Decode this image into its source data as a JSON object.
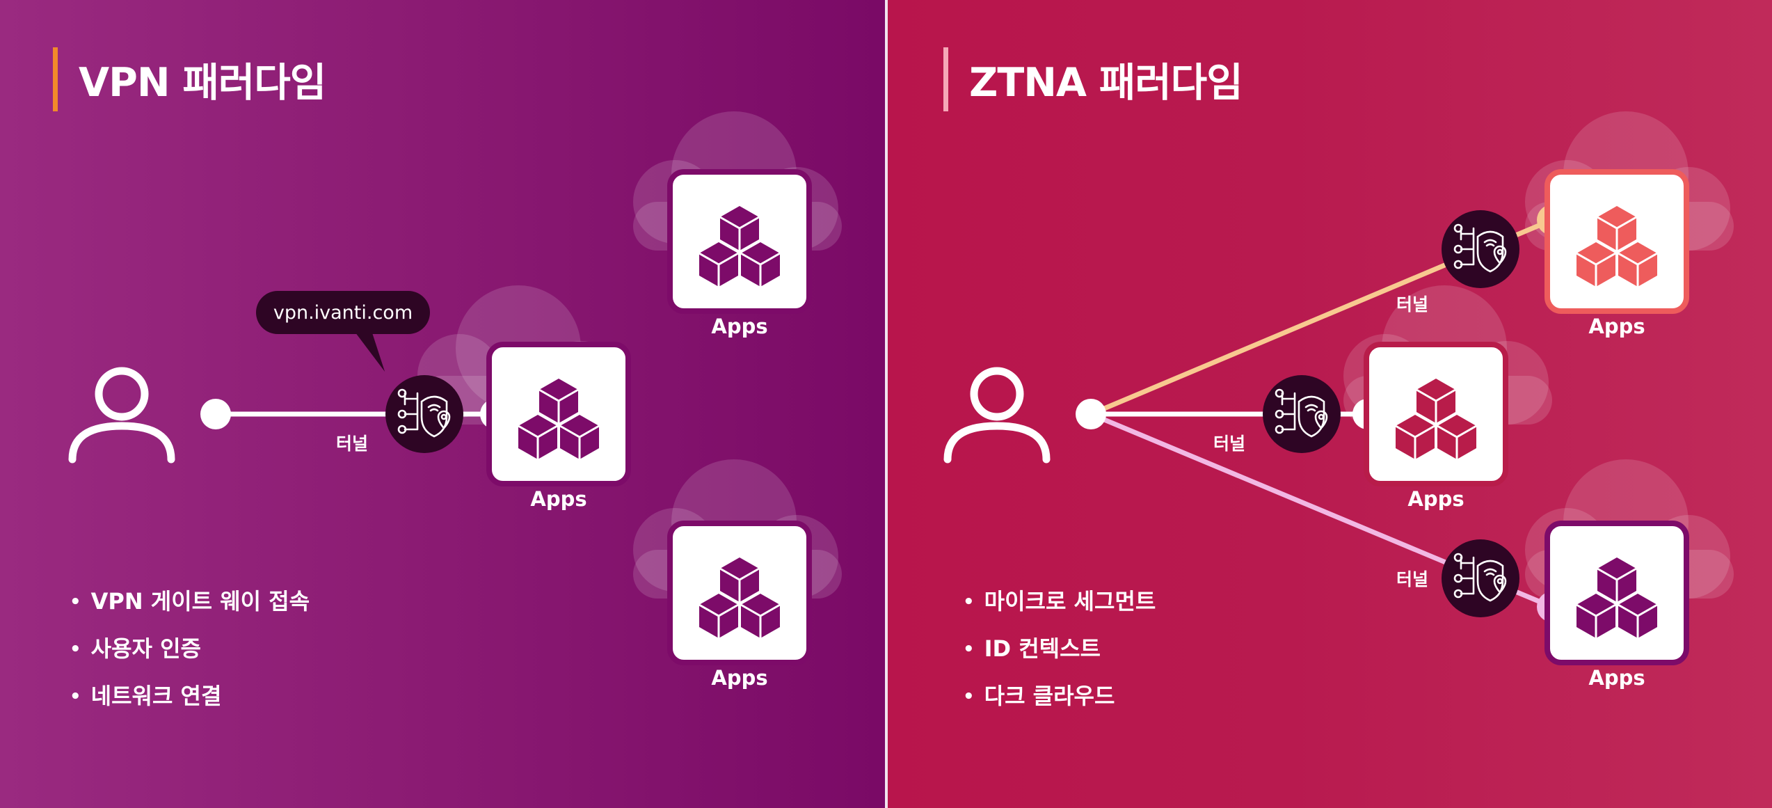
{
  "colors": {
    "left_accent": "#f28a2a",
    "right_accent": "#f5a8b8",
    "tunnel_top": "#f8c990",
    "tunnel_bottom": "#f2b8e4",
    "node_dark": "#2e0524",
    "cube_purple": "#7d0b69",
    "cube_coral": "#ee5c5c",
    "cube_crimson": "#b81c4a"
  },
  "left": {
    "title": "VPN 패러다임",
    "bubble": "vpn.ivanti.com",
    "tunnel_label": "터널",
    "apps": [
      "Apps",
      "Apps",
      "Apps"
    ],
    "bullets": [
      "VPN 게이트 웨이 접속",
      "사용자 인증",
      "네트워크 연결"
    ],
    "icons": [
      "user-icon",
      "secure-gateway-icon",
      "cloud-icon",
      "app-cubes-icon"
    ]
  },
  "right": {
    "title": "ZTNA 패러다임",
    "tunnel_labels": [
      "터널",
      "터널",
      "터널"
    ],
    "apps": [
      "Apps",
      "Apps",
      "Apps"
    ],
    "bullets": [
      "마이크로 세그먼트",
      "ID 컨텍스트",
      "다크 클라우드"
    ],
    "icons": [
      "user-icon",
      "secure-gateway-icon",
      "cloud-icon",
      "app-cubes-icon"
    ]
  }
}
